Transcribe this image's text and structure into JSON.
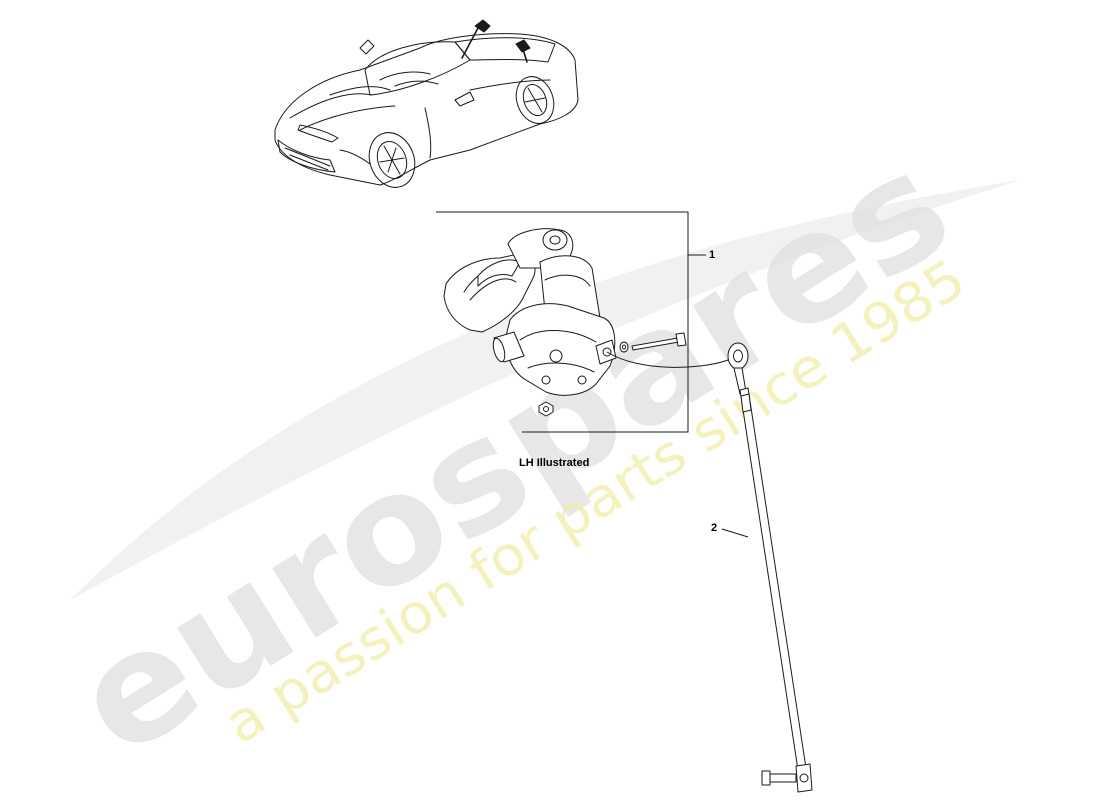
{
  "caption": "LH Illustrated",
  "callouts": [
    {
      "id": "1",
      "text": "1"
    },
    {
      "id": "2",
      "text": "2"
    }
  ],
  "watermark": {
    "brand": "eurospares",
    "tagline": "a passion for parts since 1985",
    "brand_color": "#dcdcdc",
    "tagline_color": "#f3efb0"
  },
  "colors": {
    "line": "#1a1a1a",
    "background": "#ffffff"
  }
}
